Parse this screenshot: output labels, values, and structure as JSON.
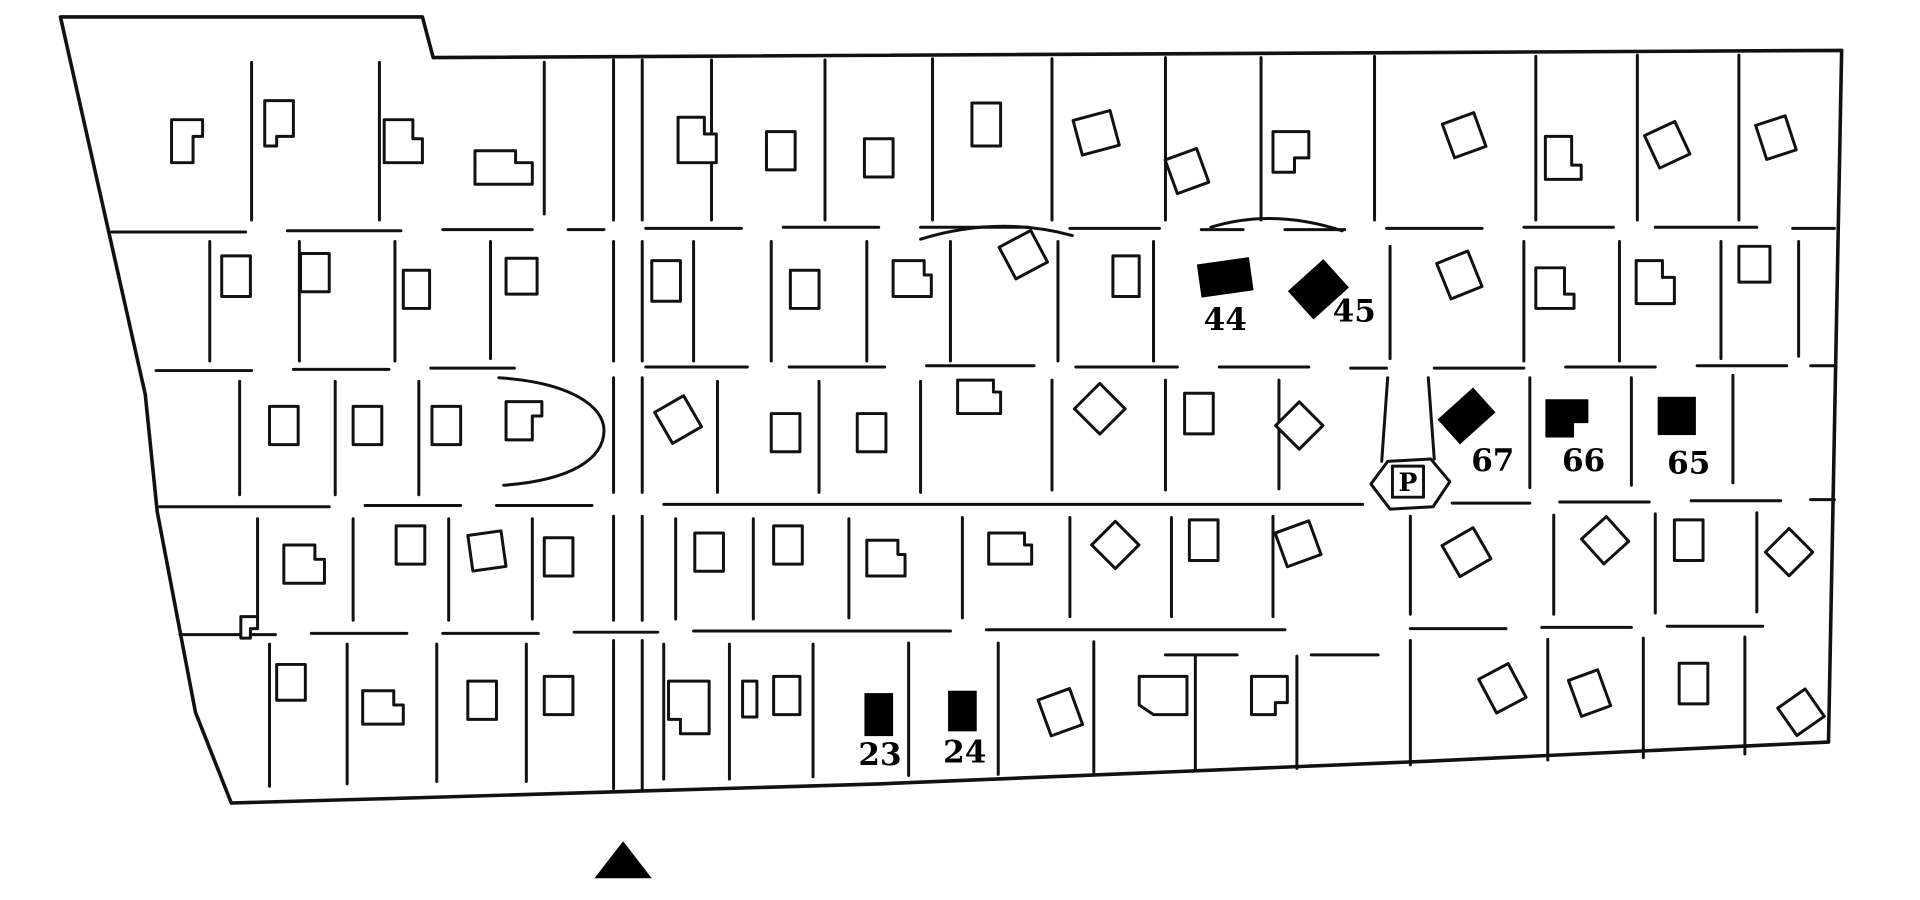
{
  "map": {
    "type": "site-plan",
    "highlighted_buildings": [
      {
        "label": "44"
      },
      {
        "label": "45"
      },
      {
        "label": "67"
      },
      {
        "label": "66"
      },
      {
        "label": "65"
      },
      {
        "label": "23"
      },
      {
        "label": "24"
      }
    ],
    "parking_label": "P",
    "markers": {
      "entrance_icon": "triangle"
    },
    "colors": {
      "line": "#111111",
      "highlight": "#000000",
      "background": "#ffffff"
    }
  }
}
